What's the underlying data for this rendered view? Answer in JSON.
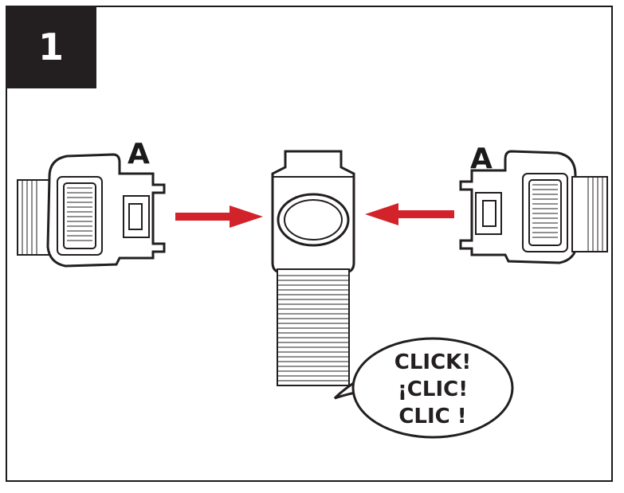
{
  "step": {
    "number": "1"
  },
  "labels": {
    "left_clip": "A",
    "right_clip": "A"
  },
  "callout": {
    "lines": [
      "CLICK!",
      "¡CLIC!",
      "CLIC !"
    ]
  },
  "colors": {
    "arrow": "#d2232a",
    "ink": "#231f20",
    "badge": "#231f20"
  }
}
